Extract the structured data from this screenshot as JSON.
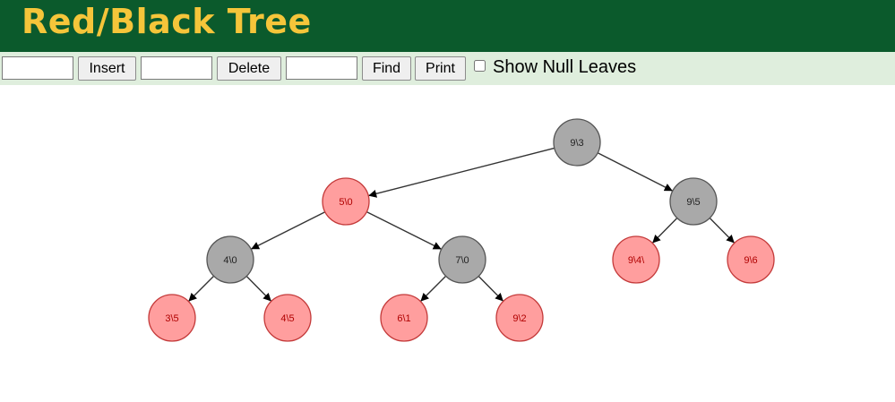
{
  "header": {
    "title": "Red/Black Tree",
    "background": "#0b5a2c",
    "title_color": "#f5c53a"
  },
  "toolbar": {
    "insert_value": "",
    "insert_label": "Insert",
    "delete_value": "",
    "delete_label": "Delete",
    "find_value": "",
    "find_label": "Find",
    "print_label": "Print",
    "show_null_leaves_label": "Show Null Leaves",
    "show_null_leaves_checked": false
  },
  "tree": {
    "colors": {
      "red_fill": "#ff9e9e",
      "red_stroke": "#c43a3a",
      "red_text": "#b00000",
      "black_fill": "#a9a9a9",
      "black_stroke": "#555555",
      "black_text": "#222222",
      "edge": "#333333"
    },
    "nodes": [
      {
        "id": "n1",
        "label": "9\\3",
        "color": "black",
        "parent": null
      },
      {
        "id": "n2",
        "label": "5\\0",
        "color": "red",
        "parent": "n1"
      },
      {
        "id": "n3",
        "label": "9\\5",
        "color": "black",
        "parent": "n1"
      },
      {
        "id": "n4",
        "label": "4\\0",
        "color": "black",
        "parent": "n2"
      },
      {
        "id": "n5",
        "label": "7\\0",
        "color": "black",
        "parent": "n2"
      },
      {
        "id": "n6",
        "label": "9\\4\\",
        "color": "red",
        "parent": "n3"
      },
      {
        "id": "n7",
        "label": "9\\6",
        "color": "red",
        "parent": "n3"
      },
      {
        "id": "n8",
        "label": "3\\5",
        "color": "red",
        "parent": "n4"
      },
      {
        "id": "n9",
        "label": "4\\5",
        "color": "red",
        "parent": "n4"
      },
      {
        "id": "n10",
        "label": "6\\1",
        "color": "red",
        "parent": "n5"
      },
      {
        "id": "n11",
        "label": "9\\2",
        "color": "red",
        "parent": "n5"
      }
    ]
  }
}
